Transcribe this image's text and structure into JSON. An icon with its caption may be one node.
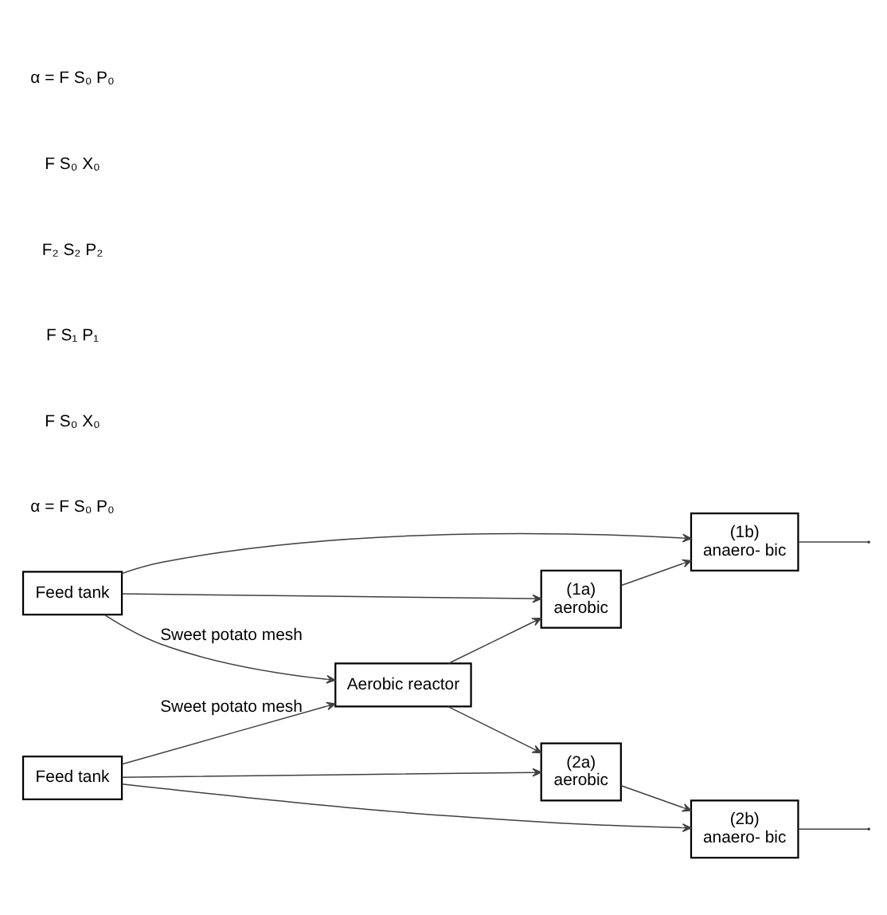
{
  "diagram": {
    "nodes": [
      {
        "text": [
          "Feed tank"
        ]
      },
      {
        "text": [
          "Aerobic reactor"
        ]
      },
      {
        "text": [
          "(1a)",
          "aerobic"
        ]
      },
      {
        "text": [
          "(1b)",
          "anaero- bic"
        ]
      },
      {
        "text": [
          "(2a)",
          "aerobic"
        ]
      },
      {
        "text": [
          "(2b)",
          "anaero- bic"
        ]
      },
      {
        "text": [
          "Feed tank"
        ]
      }
    ],
    "edges": [
      {
        "from": 0,
        "to": 1,
        "arrow": "to",
        "label": "Sweet potato mesh"
      },
      {
        "from": 0,
        "to": 2,
        "arrow": "to"
      },
      {
        "from": 0,
        "to": 3,
        "arrow": "to"
      },
      {
        "from": 1,
        "to": 2,
        "arrow": "to"
      },
      {
        "from": 2,
        "to": 3,
        "arrow": "to"
      },
      {
        "from": 3,
        "to": null,
        "arrow": "none"
      },
      {
        "from": 1,
        "to": 4,
        "arrow": "to"
      },
      {
        "from": 4,
        "to": 5,
        "arrow": "to"
      },
      {
        "from": 5,
        "to": null,
        "arrow": "none"
      },
      {
        "from": 6,
        "to": 1,
        "arrow": "to",
        "label": "Sweet potato mesh"
      },
      {
        "from": 6,
        "to": 4,
        "arrow": "to"
      },
      {
        "from": 6,
        "to": 5,
        "arrow": "to"
      }
    ],
    "labels": [
      "α = F S₀ P₀",
      "F S₀ X₀",
      "F S₁ P₁",
      "F₂ S₂ P₂",
      "F S₀ X₀",
      "α = F S₀ P₀"
    ]
  }
}
